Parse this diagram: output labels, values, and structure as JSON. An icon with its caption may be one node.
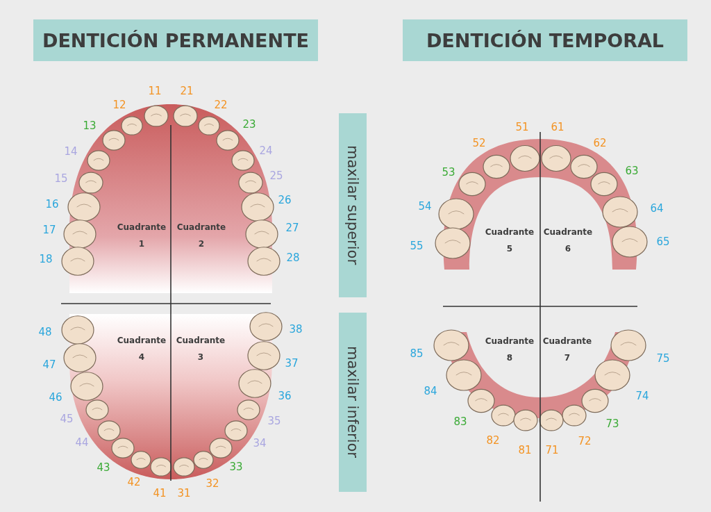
{
  "diagram": {
    "nodes": [
      {
        "text": [
          "DENTICIÓN PERMANENTE"
        ]
      },
      {
        "text": [
          "DENTICIÓN TEMPORAL"
        ]
      },
      {
        "text": [
          "maxilar superior"
        ]
      },
      {
        "text": [
          "maxilar inferior"
        ]
      }
    ],
    "labels": [
      "11",
      "21",
      "12",
      "22",
      "13",
      "23",
      "14",
      "24",
      "15",
      "25",
      "16",
      "26",
      "17",
      "27",
      "18",
      "28",
      "Cuadrante 1",
      "Cuadrante 2",
      "Cuadrante 4",
      "Cuadrante 3",
      "48",
      "38",
      "47",
      "37",
      "46",
      "36",
      "45",
      "35",
      "44",
      "34",
      "43",
      "33",
      "42",
      "32",
      "41",
      "31",
      "51",
      "61",
      "52",
      "62",
      "53",
      "63",
      "54",
      "64",
      "55",
      "65",
      "Cuadrante 5",
      "Cuadrante 6",
      "Cuadrante 8",
      "Cuadrante 7",
      "85",
      "75",
      "84",
      "74",
      "83",
      "73",
      "82",
      "72",
      "81",
      "71"
    ]
  }
}
